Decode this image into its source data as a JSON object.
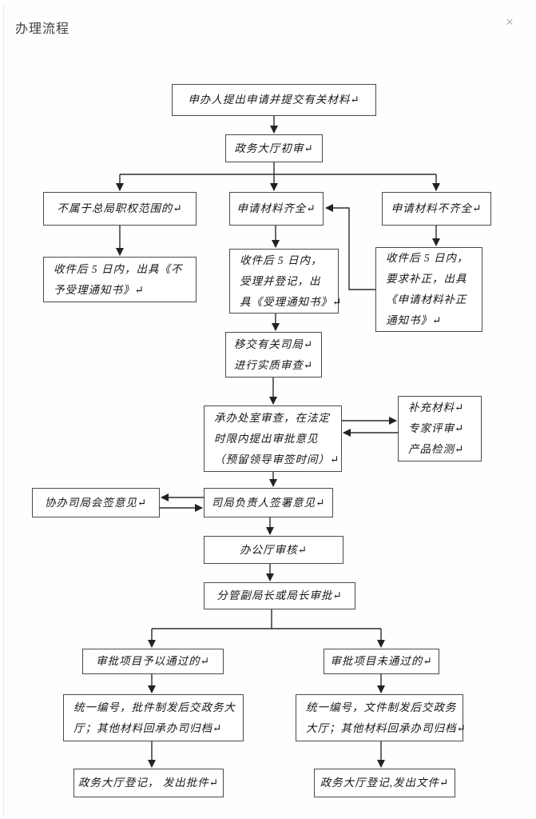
{
  "dialog": {
    "title": "办理流程",
    "close_glyph": "×"
  },
  "colors": {
    "box_border": "#4a4a4a",
    "connector": "#2b2b2b",
    "text": "#171717",
    "title_text": "#3f3f3f",
    "close_icon": "#b4b4b4",
    "background": "#ffffff"
  },
  "flowchart": {
    "nodes": {
      "apply": {
        "lines": [
          "申办人提出申请并提交有关材料↵"
        ]
      },
      "initial_review": {
        "lines": [
          "政务大厅初审↵"
        ]
      },
      "out_of_scope": {
        "lines": [
          "不属于总局职权范围的↵"
        ]
      },
      "materials_complete": {
        "lines": [
          "申请材料齐全↵"
        ]
      },
      "materials_incomplete": {
        "lines": [
          "申请材料不齐全↵"
        ]
      },
      "reject_notice": {
        "lines": [
          "收件后 5 日内，出具《不",
          "予受理通知书》↵"
        ]
      },
      "accept_register": {
        "lines": [
          "收件后 5 日内，",
          "受理并登记，出",
          "具《受理通知书》↵"
        ]
      },
      "supplement_notice": {
        "lines": [
          "收件后 5 日内，",
          "要求补正，出具",
          "《申请材料补正",
          "通知书》↵"
        ]
      },
      "transfer_bureau": {
        "lines": [
          "移交有关司局↵",
          "进行实质审查↵"
        ]
      },
      "undertake_review": {
        "lines": [
          "承办处室审查，在法定",
          "时限内提出审批意见",
          "（预留领导审签时间）↵"
        ]
      },
      "supplement_support": {
        "lines": [
          "补充材料↵",
          "专家评审↵",
          "产品检测↵"
        ]
      },
      "cosign_opinion": {
        "lines": [
          "协办司局会签意见↵"
        ]
      },
      "leader_sign": {
        "lines": [
          "司局负责人签署意见↵"
        ]
      },
      "office_check": {
        "lines": [
          "办公厅审核↵"
        ]
      },
      "director_approve": {
        "lines": [
          "分管副局长或局长审批↵"
        ]
      },
      "approved": {
        "lines": [
          "审批项目予以通过的↵"
        ]
      },
      "not_approved": {
        "lines": [
          "审批项目未通过的↵"
        ]
      },
      "approved_issue": {
        "lines": [
          "统一编号，批件制发后交政务大",
          "厅；其他材料回承办司归档↵"
        ]
      },
      "not_approved_issue": {
        "lines": [
          "统一编号，文件制发后交政务",
          "大厅；其他材料回承办司归档↵"
        ]
      },
      "approved_release": {
        "lines": [
          "政务大厅登记， 发出批件↵"
        ]
      },
      "not_approved_release": {
        "lines": [
          "政务大厅登记,发出文件↵"
        ]
      }
    }
  }
}
